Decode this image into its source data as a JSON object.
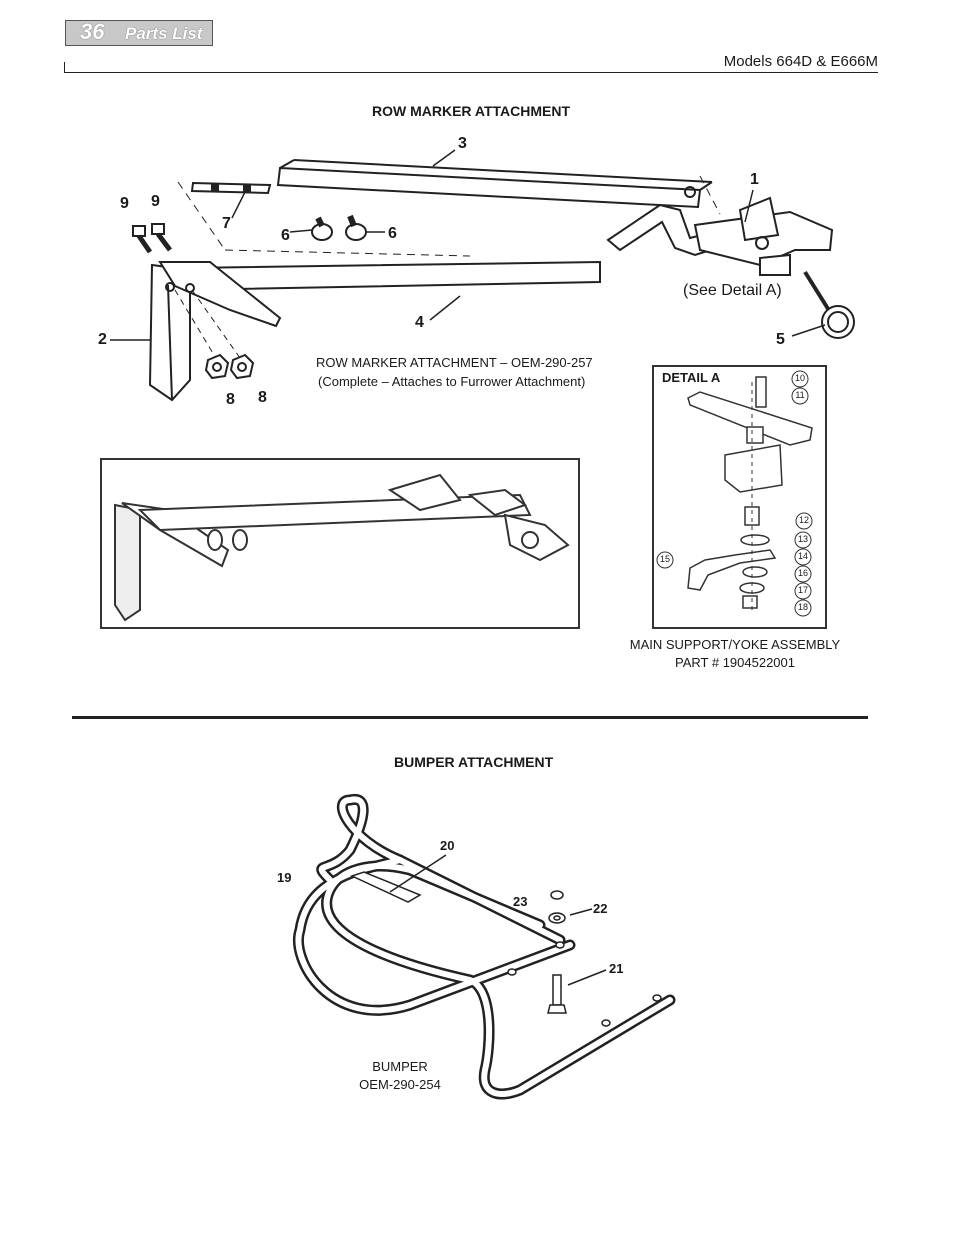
{
  "header": {
    "page_number": "36",
    "section": "Parts List",
    "models": "Models 664D & E666M"
  },
  "row_marker": {
    "title": "ROW MARKER ATTACHMENT",
    "callouts": [
      "1",
      "2",
      "3",
      "4",
      "5",
      "6",
      "6",
      "7",
      "8",
      "8",
      "9",
      "9"
    ],
    "see_detail": "(See Detail A)",
    "caption_line1": "ROW MARKER ATTACHMENT – OEM-290-257",
    "caption_line2": "(Complete – Attaches to Furrower Attachment)"
  },
  "detail_a": {
    "title": "DETAIL A",
    "callouts": [
      "10",
      "11",
      "12",
      "13",
      "14",
      "15",
      "16",
      "17",
      "18"
    ],
    "caption_line1": "MAIN SUPPORT/YOKE ASSEMBLY",
    "caption_line2": "PART # 1904522001"
  },
  "bumper": {
    "title": "BUMPER ATTACHMENT",
    "callouts": [
      "19",
      "20",
      "21",
      "22",
      "23"
    ],
    "caption_line1": "BUMPER",
    "caption_line2": "OEM-290-254"
  }
}
